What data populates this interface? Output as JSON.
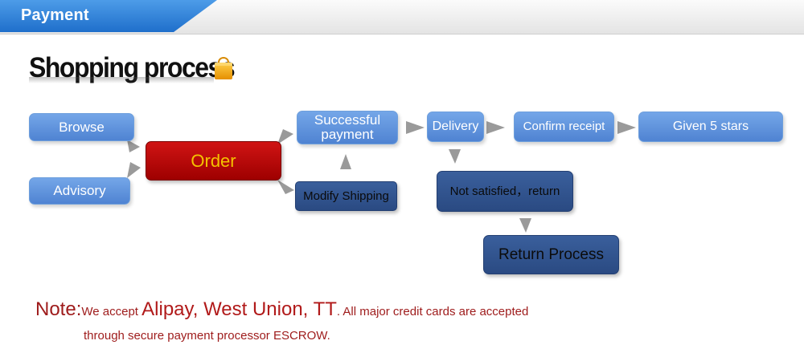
{
  "header": {
    "title": "Payment"
  },
  "section": {
    "title": "Shopping process"
  },
  "flow": {
    "browse": "Browse",
    "advisory": "Advisory",
    "order": "Order",
    "successful_payment_line1": "Successful",
    "successful_payment_line2": "payment",
    "modify_shipping": "Modify Shipping",
    "delivery": "Delivery",
    "confirm_receipt": "Confirm receipt",
    "given_5_stars": "Given 5 stars",
    "not_satisfied": "Not satisfied，return",
    "return_process": "Return Process"
  },
  "note": {
    "label": "Note:",
    "prefix": "We accept ",
    "methods": "Alipay, West Union, TT",
    "suffix": ". All major credit cards are accepted",
    "line2": "through secure payment processor ESCROW."
  },
  "colors": {
    "header_blue": "#2f84dc",
    "node_light": "#5f92db",
    "node_dark": "#2f5391",
    "order_red": "#b50606",
    "order_text": "#f4c200",
    "note_text": "#9e1b1b",
    "arrow": "#9a9a9a"
  },
  "icons": {
    "section_icon": "shopping-bag-icon",
    "arrow": "arrow-icon"
  }
}
